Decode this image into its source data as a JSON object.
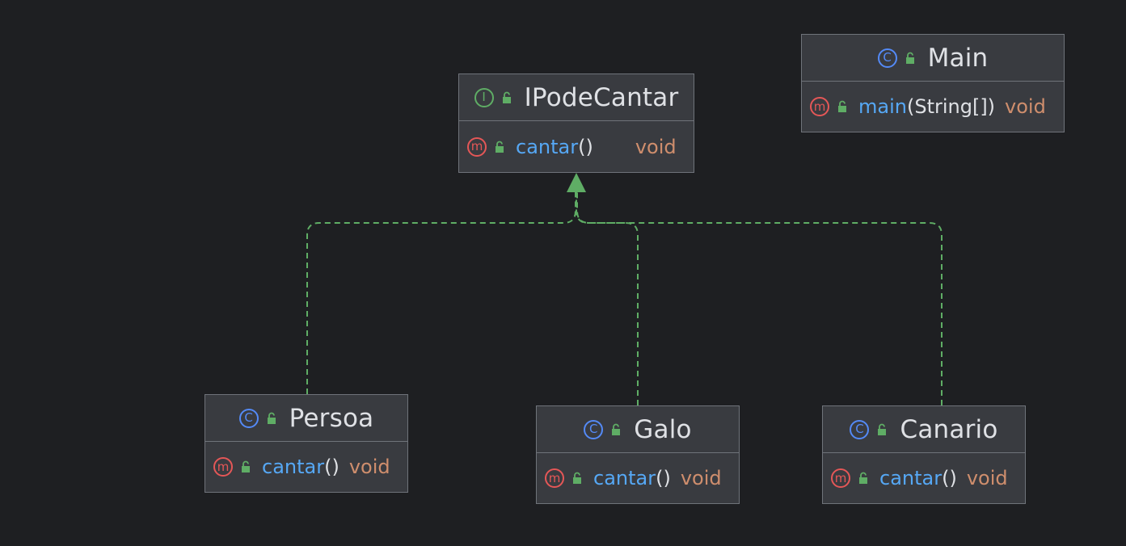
{
  "diagram": {
    "colors": {
      "background": "#1e1f22",
      "node_fill": "#393b40",
      "node_border": "#6f737a",
      "class_icon": "#548af7",
      "interface_icon": "#5fad65",
      "method_icon": "#e55757",
      "visibility_icon": "#5fad65",
      "method_name": "#56a8f5",
      "return_type": "#cf8e6d",
      "edge": "#5fad65"
    },
    "nodes": {
      "ipodecantar": {
        "kind": "interface",
        "kind_glyph": "I",
        "name": "IPodeCantar",
        "members": [
          {
            "kind_glyph": "m",
            "name": "cantar",
            "params": "()",
            "type": "void"
          }
        ]
      },
      "main": {
        "kind": "class",
        "kind_glyph": "C",
        "name": "Main",
        "members": [
          {
            "kind_glyph": "m",
            "name": "main",
            "params": "(String[])",
            "type": "void"
          }
        ]
      },
      "persoa": {
        "kind": "class",
        "kind_glyph": "C",
        "name": "Persoa",
        "members": [
          {
            "kind_glyph": "m",
            "name": "cantar",
            "params": "()",
            "type": "void"
          }
        ]
      },
      "galo": {
        "kind": "class",
        "kind_glyph": "C",
        "name": "Galo",
        "members": [
          {
            "kind_glyph": "m",
            "name": "cantar",
            "params": "()",
            "type": "void"
          }
        ]
      },
      "canario": {
        "kind": "class",
        "kind_glyph": "C",
        "name": "Canario",
        "members": [
          {
            "kind_glyph": "m",
            "name": "cantar",
            "params": "()",
            "type": "void"
          }
        ]
      }
    },
    "edges": [
      {
        "from": "Persoa",
        "to": "IPodeCantar",
        "relation": "implements"
      },
      {
        "from": "Galo",
        "to": "IPodeCantar",
        "relation": "implements"
      },
      {
        "from": "Canario",
        "to": "IPodeCantar",
        "relation": "implements"
      }
    ]
  }
}
